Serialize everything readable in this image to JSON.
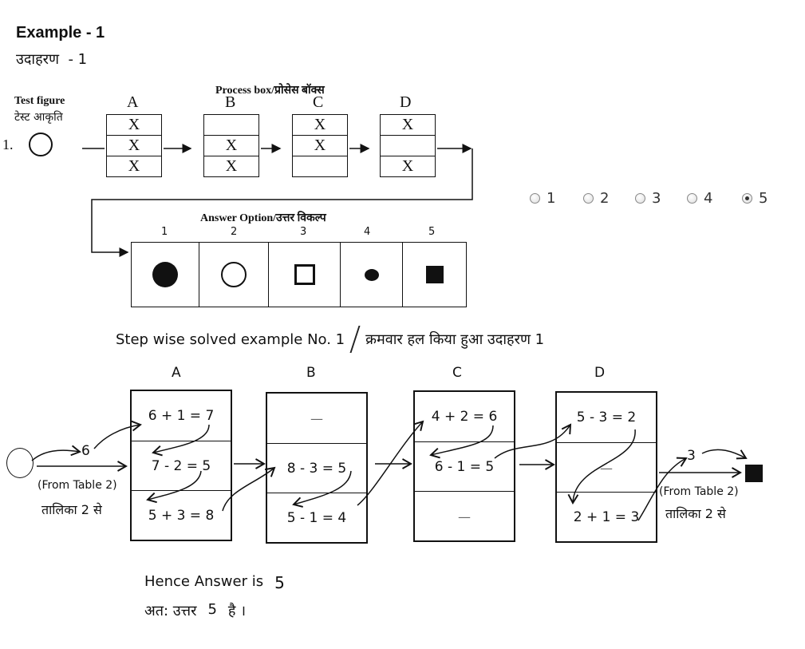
{
  "header": {
    "title": "Example - 1",
    "subtitle": "उदाहरण  - 1"
  },
  "question": {
    "process_label": "Process box/प्रोसेस बॉक्स",
    "test_label_en": "Test figure",
    "test_label_hi": "टेस्ट आकृति",
    "number": "1.",
    "answer_label": "Answer Option/उत्तर विकल्प",
    "boxes": [
      {
        "label": "A",
        "rows": [
          "X",
          "X",
          "X"
        ]
      },
      {
        "label": "B",
        "rows": [
          "",
          "X",
          "X"
        ]
      },
      {
        "label": "C",
        "rows": [
          "X",
          "X",
          ""
        ]
      },
      {
        "label": "D",
        "rows": [
          "X",
          "",
          "X"
        ]
      }
    ],
    "option_numbers": [
      "1",
      "2",
      "3",
      "4",
      "5"
    ],
    "option_shapes": [
      "filled-circle-icon",
      "hollow-circle-icon",
      "hollow-square-icon",
      "small-filled-circle-icon",
      "filled-square-icon"
    ]
  },
  "choices": {
    "options": [
      "1",
      "2",
      "3",
      "4",
      "5"
    ],
    "selected": "5"
  },
  "solution": {
    "heading_en": "Step wise solved example No. 1",
    "heading_hi": "क्रमवार हल किया हुआ उदाहरण 1",
    "input_value": "6",
    "from_table_en": "(From Table 2)",
    "from_table_hi": "तालिका 2 से",
    "output_value": "3",
    "boxes": [
      {
        "label": "A",
        "rows": [
          "6 + 1 = 7",
          "7 - 2 = 5",
          "5 + 3 = 8"
        ]
      },
      {
        "label": "B",
        "rows": [
          "—",
          "8 - 3 = 5",
          "5 - 1 = 4"
        ]
      },
      {
        "label": "C",
        "rows": [
          "4 + 2 = 6",
          "6 - 1 = 5",
          "—"
        ]
      },
      {
        "label": "D",
        "rows": [
          "5 - 3 = 2",
          "—",
          "2 + 1 = 3"
        ]
      }
    ]
  },
  "answer": {
    "line_en_label": "Hence Answer is",
    "line_en_value": "5",
    "line_hi_label": "अत: उत्तर",
    "line_hi_value": "5",
    "line_hi_suffix": "है ।"
  }
}
